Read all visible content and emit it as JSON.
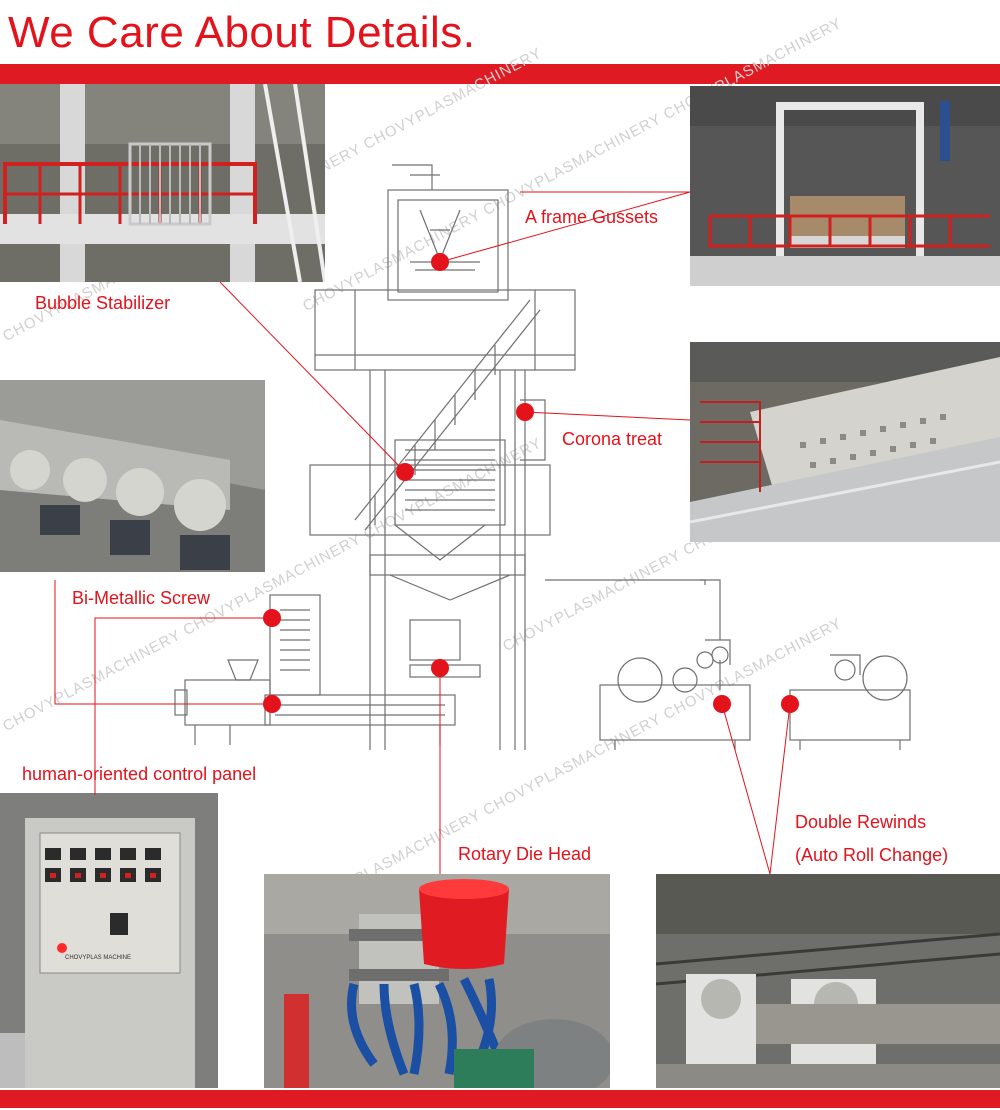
{
  "header": {
    "title": "We Care About Details."
  },
  "watermark": "CHOVYPLASMACHINERY CHOVYPLASMACHINERY CHOVYPLASMACHINERY",
  "labels": {
    "a_frame": "A frame Gussets",
    "bubble": "Bubble Stabilizer",
    "corona": "Corona treat",
    "screw": "Bi-Metallic Screw",
    "panel": "human-oriented control panel",
    "die_head": "Rotary Die Head",
    "rewinds_1": "Double Rewinds",
    "rewinds_2": "(Auto Roll Change)"
  },
  "panel_brand": "CHOVYPLAS MACHINE",
  "colors": {
    "accent": "#e3121b",
    "band": "#e01a22"
  }
}
